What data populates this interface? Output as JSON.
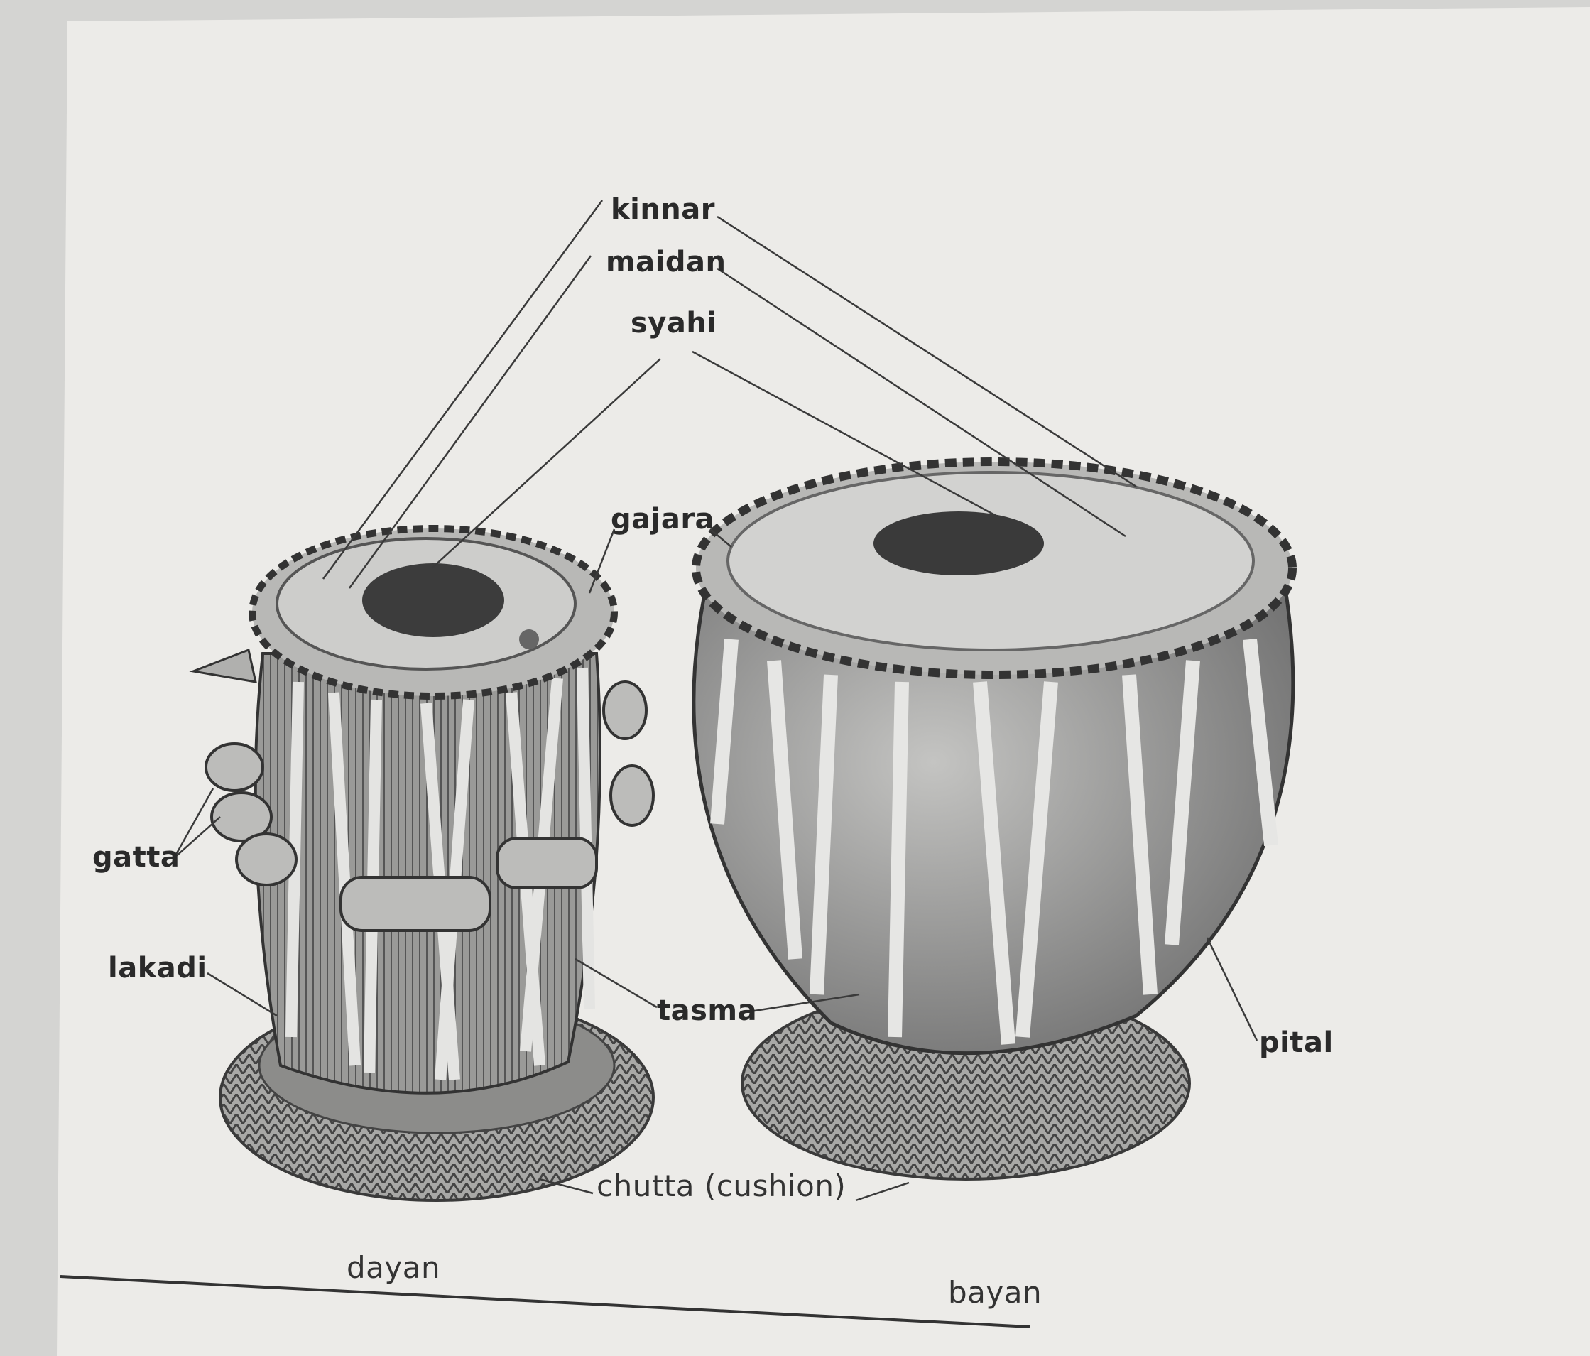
{
  "labels": {
    "kinnar": "kinnar",
    "maidan": "maidan",
    "syahi": "syahi",
    "gajara": "gajara",
    "gatta": "gatta",
    "lakadi": "lakadi",
    "tasma": "tasma",
    "pital": "pital",
    "chutta": "chutta (cushion)",
    "dayan": "dayan",
    "bayan": "bayan"
  },
  "colors": {
    "paper": "#ecebe8",
    "ink": "#2a2a2a"
  }
}
